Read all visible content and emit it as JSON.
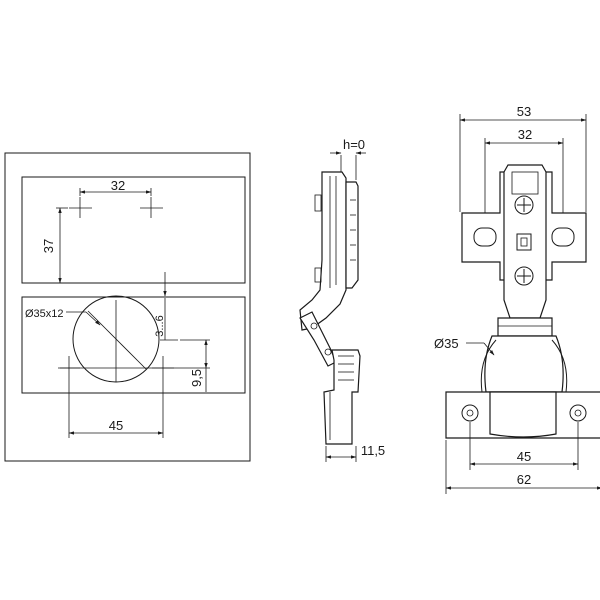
{
  "dims": {
    "left_drill_spacing": "32",
    "left_vertical": "37",
    "cup_hole": "Ø35x12",
    "offset_range": "3...6",
    "cup_center_height": "9,5",
    "left_bottom": "45",
    "h_label": "h=0",
    "side_thickness": "11,5",
    "top_overall": "53",
    "top_inner": "32",
    "cup_dia": "Ø35",
    "base_holes": "45",
    "base_overall": "62"
  }
}
